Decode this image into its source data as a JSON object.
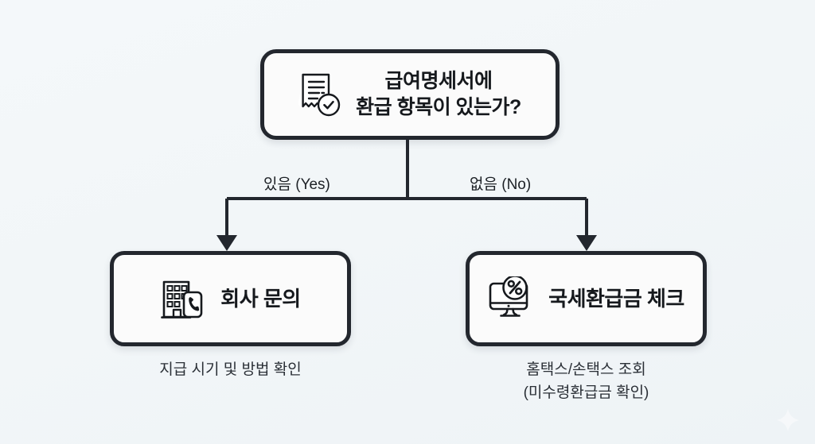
{
  "diagram": {
    "type": "decision-flowchart",
    "background_color": "#f3f7f9",
    "node_border_color": "#23272e",
    "node_fill_color": "#fbfbfb",
    "text_color": "#16191d"
  },
  "decision": {
    "icon": "receipt-check-icon",
    "text": "급여명세서에\n환급 항목이 있는가?"
  },
  "edges": {
    "yes_label": "있음 (Yes)",
    "no_label": "없음 (No)"
  },
  "outcomes": [
    {
      "icon": "building-phone-icon",
      "label": "회사 문의",
      "caption": "지급 시기 및 방법 확인"
    },
    {
      "icon": "monitor-percent-icon",
      "label": "국세환급금 체크",
      "caption": "홈택스/손택스 조회\n(미수령환급금 확인)"
    }
  ]
}
